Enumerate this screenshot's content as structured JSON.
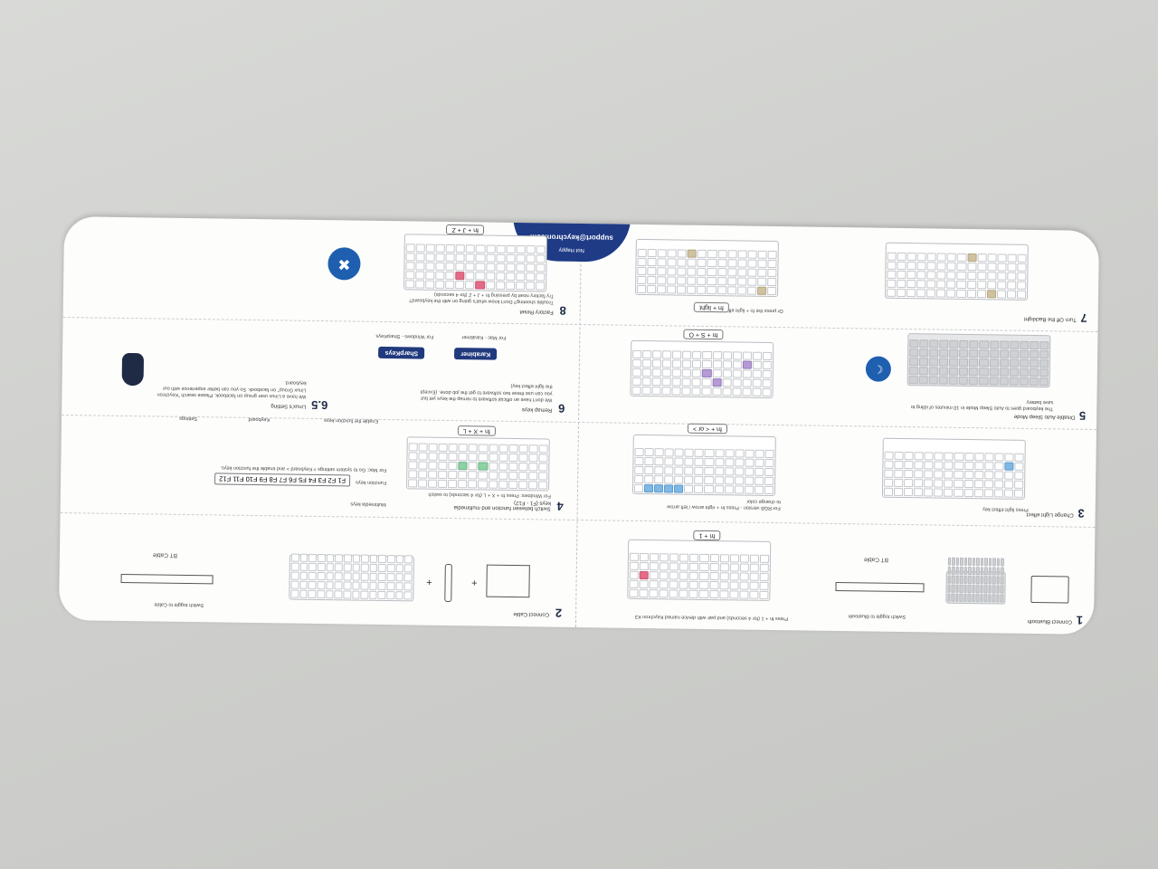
{
  "card": {
    "contact": {
      "email": "support@keychron.com",
      "label": "Not Happy"
    },
    "sections": [
      {
        "num": "1",
        "title": "Connect Bluetooth",
        "text": "Press fn + 1 (for 4 seconds) and pair with device named Keychron K3",
        "toggle_label": "Switch toggle to Bluetooth",
        "switch_text": "BT  Cable"
      },
      {
        "num": "2",
        "title": "Connect Cable",
        "toggle_label": "Switch toggle to Cable",
        "switch_text": "BT  Cable"
      },
      {
        "num": "3",
        "title": "Change Light effect",
        "text": "For RGB version - Press fn + right arrow / left arrow to change color",
        "combo": "fn + < or >",
        "combo1": "fn + 1",
        "small_label": "Press light effect key"
      },
      {
        "num": "4",
        "title": "Switch between function and multimedia keys (F1 - F12)",
        "text": "For Windows: Press fn + X + L (for 4 seconds) to switch",
        "combo": "fn + X + L",
        "fn_keys": "F1 F2 F3 F4 F5 F6 F7 F8 F9 F10 F11 F12",
        "fn_label": "Function keys",
        "mm_label": "Multimedia keys",
        "mac_text": "For Mac: Go to system settings > Keyboard > and enable the function keys.",
        "settings": "Settings",
        "keyboard": "Keyboard",
        "enable": "Enable the function keys"
      },
      {
        "num": "5",
        "title": "Disable Auto Sleep Mode",
        "text": "The keyboard goes to Auto Sleep Mode in 10 minutes of idling to save battery",
        "combo": "fn + S + O"
      },
      {
        "num": "6",
        "title": "Remap keys",
        "text": "We don't have an official software to remap the keys yet but you can use these two software to get the job done. (Except the light effect key)",
        "btn1": "Karabiner",
        "btn1_sub": "For Mac - Karabiner",
        "btn2": "SharpKeys",
        "btn2_sub": "For Windows - SharpKeys"
      },
      {
        "num": "6.5",
        "title": "Linux's Setting",
        "text": "We have a Linux user group on facebook. Please search \"Keychron Linux Group\" on facebook. So you can better experience with our keyboard."
      },
      {
        "num": "7",
        "title": "Turn Off the Backlight",
        "text": "Or press the fn + light effect key",
        "combo": "fn + light"
      },
      {
        "num": "8",
        "title": "Factory Reset",
        "text": "Trouble shooting? Don't know what's going on with the keyboard? Try factory reset by pressing fn + J + Z (for 4 seconds)",
        "combo": "fn + J + Z"
      }
    ]
  }
}
